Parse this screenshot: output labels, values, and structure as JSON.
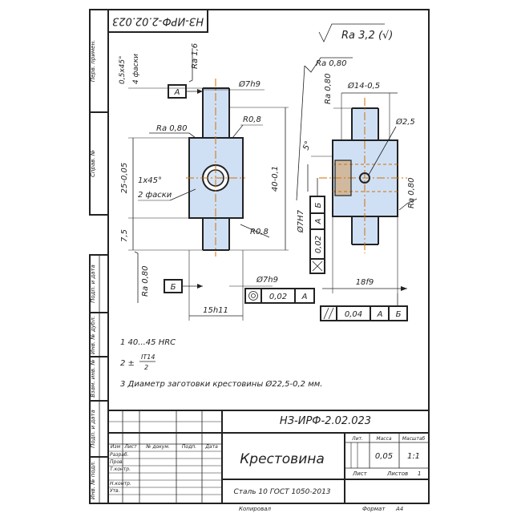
{
  "drawing_number": "НЗ-ИРФ-2.02.023",
  "drawing_number_rotated": "НЗ-ИРФ-2.02.023",
  "roughness_general": "Ra 3,2 (√)",
  "left_margin_labels": [
    "Перв. примен.",
    "Справ. №",
    "Подп. и дата",
    "Инв. № дубл.",
    "Взам. инв. №",
    "Подп. и дата",
    "Инв. № подл."
  ],
  "front_view": {
    "ra_16": "Ra 1,6",
    "chamfer_45": "0,5x45°",
    "chamfers_4": "4 фаски",
    "datum_a": "А",
    "dia_7h9_top": "Ø7h9",
    "ra_080_left": "Ra 0,80",
    "r08_top": "R0,8",
    "r08_bottom": "R0,8",
    "dim_25": "25-0,05",
    "chamfer_1x45": "1x45°",
    "chamfers_2": "2 фаски",
    "dim_40": "40-0,1",
    "dim_75": "7,5",
    "ra_080_bottom": "Ra 0,80",
    "datum_b": "Б",
    "dia_7h9_bottom": "Ø7h9",
    "tol_value": "0,02",
    "tol_datum": "А",
    "dim_15h11": "15h11"
  },
  "side_view": {
    "ra_080_top": "Ra 0,80",
    "ra_080_leader": "Ra 0,80",
    "dia_14": "Ø14-0,5",
    "dia_25": "Ø2,5",
    "angle_5": "5°",
    "ra_080_right": "Ra 0,80",
    "dia_7h7": "Ø7H7",
    "frame_b": "Б",
    "frame_a": "А",
    "frame_val": "0,02",
    "dim_18f9": "18f9",
    "par_value": "0,04",
    "par_a": "А",
    "par_b": "Б"
  },
  "notes": [
    "1  40...45 HRC",
    "3  Диаметр заготовки крестовины Ø22,5-0,2 мм."
  ],
  "note2_prefix": "2  ±",
  "note2_num": "IT14",
  "note2_den": "2",
  "title_block": {
    "designation": "НЗ-ИРФ-2.02.023",
    "part_name": "Крестовина",
    "material": "Сталь 10  ГОСТ 1050-2013",
    "col_headers": [
      "Изм",
      "Лист",
      "№ докум.",
      "Подп.",
      "Дата"
    ],
    "roles": [
      "Разраб.",
      "Пров.",
      "Т.контр.",
      "",
      "Н.контр.",
      "Утв."
    ],
    "lit_label": "Лит.",
    "mass_label": "Масса",
    "scale_label": "Масштаб",
    "mass": "0,05",
    "scale": "1:1",
    "sheet_label": "Лист",
    "sheets_label": "Листов",
    "sheets": "1"
  },
  "footer": {
    "copied": "Копировал",
    "format_label": "Формат",
    "format_value": "А4"
  }
}
